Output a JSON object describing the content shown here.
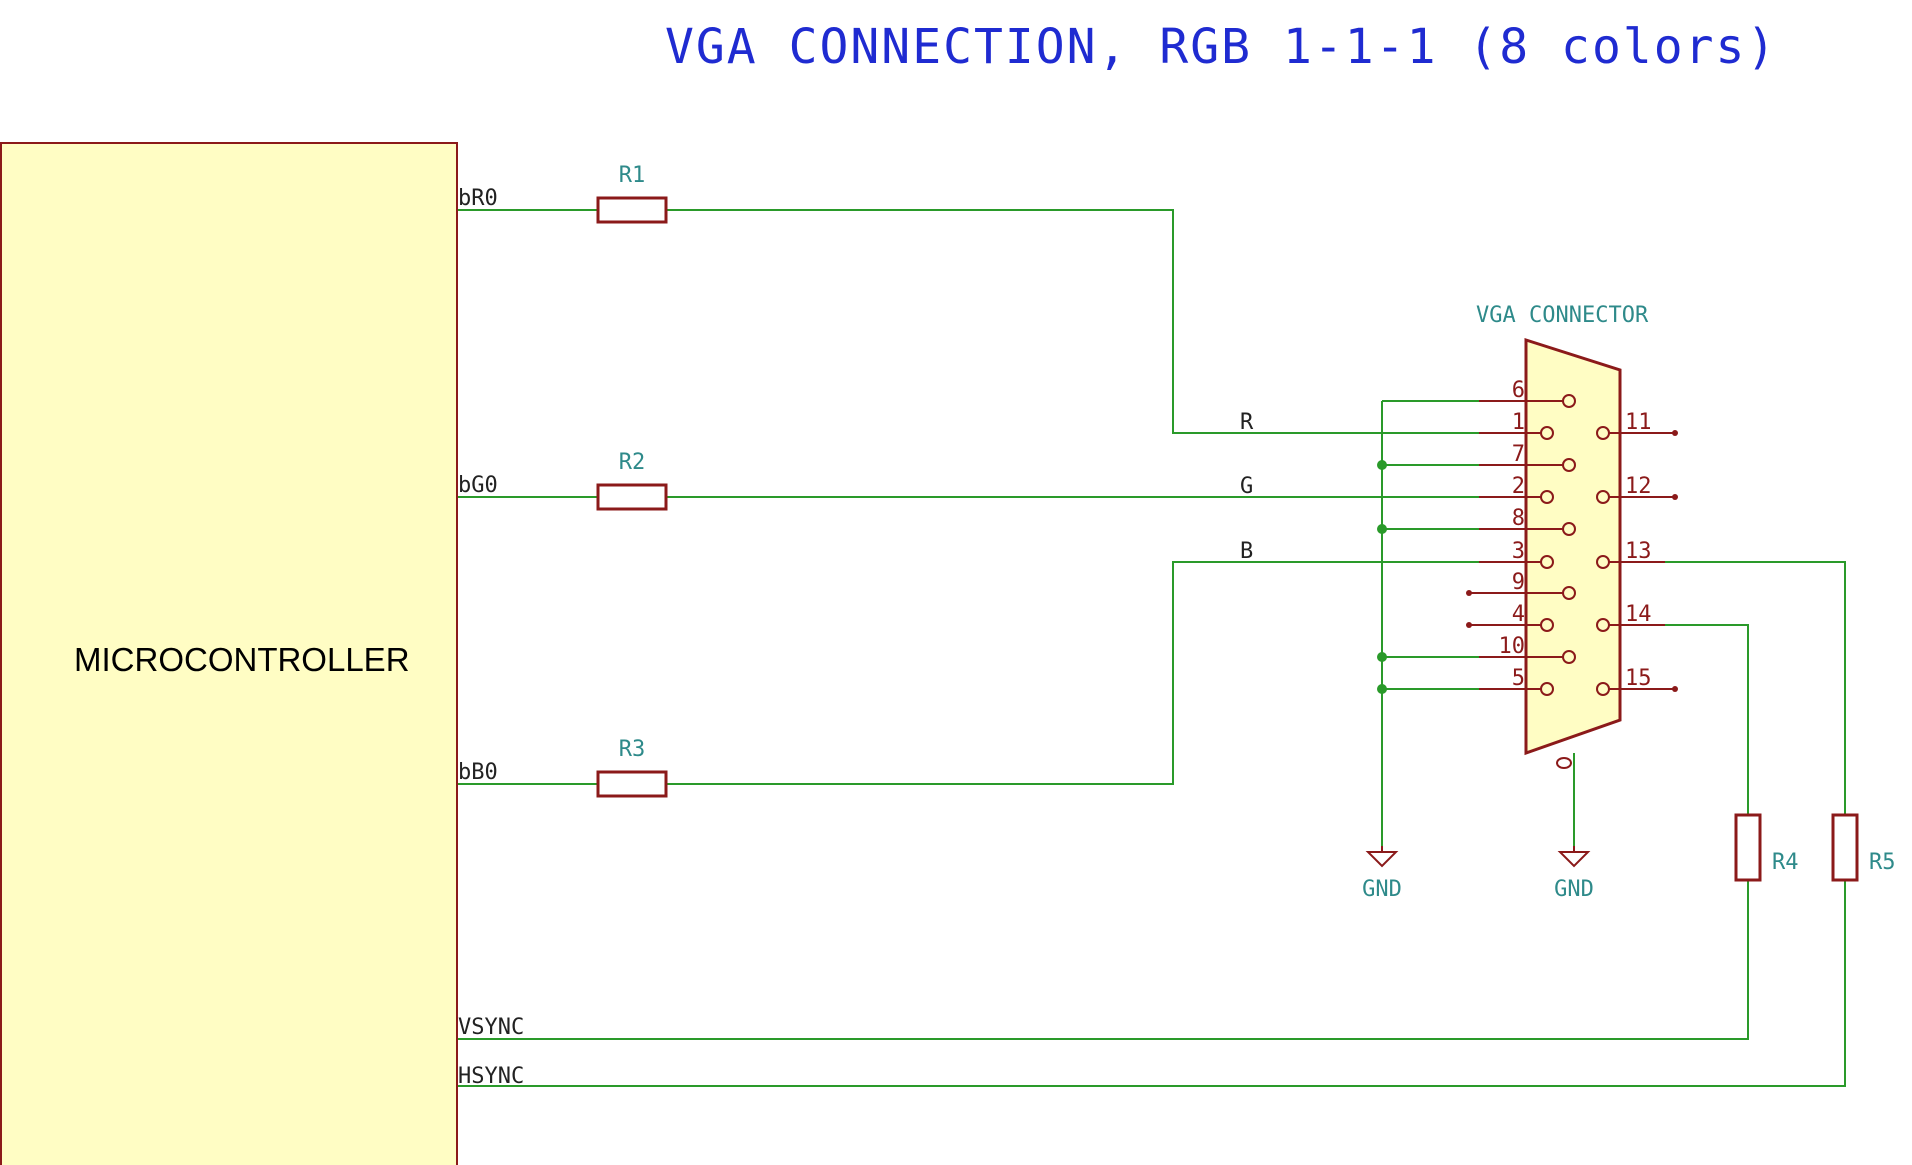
{
  "title": "VGA CONNECTION, RGB 1-1-1 (8 colors)",
  "microcontroller": {
    "label": "MICROCONTROLLER",
    "pins": {
      "r": "bR0",
      "g": "bG0",
      "b": "bB0",
      "vsync": "VSYNC",
      "hsync": "HSYNC"
    }
  },
  "resistors": {
    "r1": "R1",
    "r2": "R2",
    "r3": "R3",
    "r4": "R4",
    "r5": "R5"
  },
  "nets": {
    "r": "R",
    "g": "G",
    "b": "B"
  },
  "connector": {
    "label": "VGA CONNECTOR",
    "pins": [
      "1",
      "2",
      "3",
      "4",
      "5",
      "6",
      "7",
      "8",
      "9",
      "10",
      "11",
      "12",
      "13",
      "14",
      "15"
    ]
  },
  "ground": {
    "left": "GND",
    "right": "GND"
  },
  "colors": {
    "title": "#1f2bd1",
    "wire": "#2a9a2a",
    "component": "#8b1a1a",
    "label": "#2e8a8a",
    "body_fill": "#fffdc4"
  }
}
